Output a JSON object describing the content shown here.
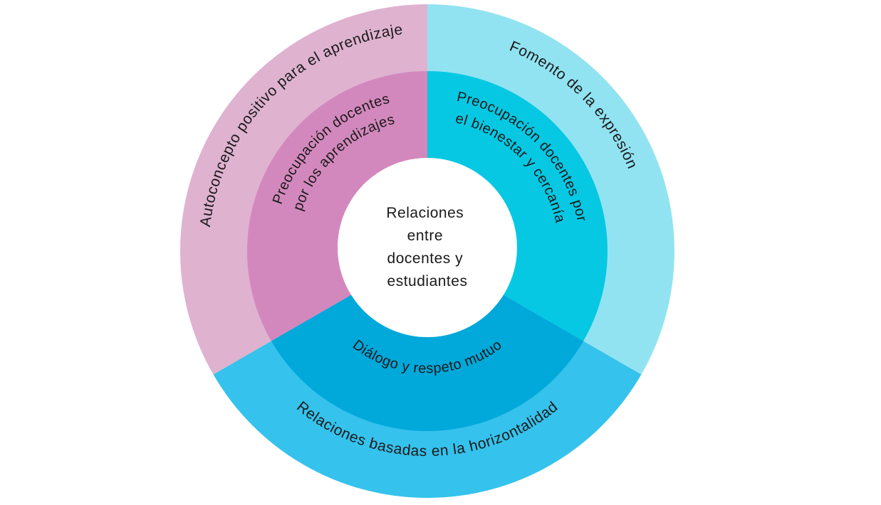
{
  "center": {
    "lines": [
      "Relaciones",
      "entre",
      "docentes y",
      "estudiantes"
    ]
  },
  "segments": {
    "left": {
      "outer_label": "Autoconcepto positivo para el aprendizaje",
      "inner_line1": "Preocupación docentes",
      "inner_line2": "por los aprendizajes",
      "colors": {
        "outer": "#dfb2d0",
        "inner": "#d388bd"
      }
    },
    "right": {
      "outer_label": "Fomento de la expresión",
      "inner_line1": "Preocupación docentes por",
      "inner_line2": "el bienestar y cercanía",
      "colors": {
        "outer": "#92e3f1",
        "inner": "#06c8e3"
      }
    },
    "bottom": {
      "outer_label": "Relaciones basadas en la horizontalidad",
      "inner_label": "Diálogo y respeto mutuo",
      "colors": {
        "outer": "#35c2ec",
        "inner": "#01a8da"
      }
    }
  },
  "colors": {
    "center": "#ffffff",
    "background": "#ffffff"
  }
}
